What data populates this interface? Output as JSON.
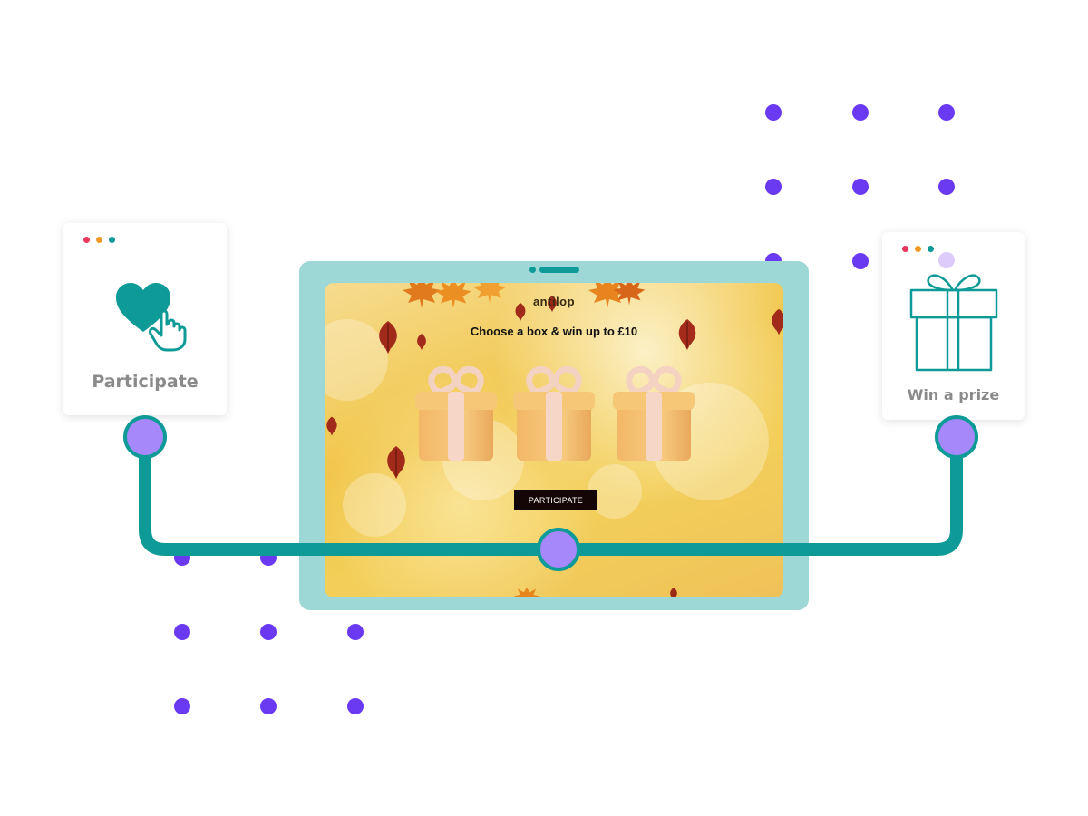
{
  "colors": {
    "accent": "#0e9a97",
    "dot": "#6a3af2",
    "node_fill": "#a688fa",
    "tablet_frame": "#9dd8d6",
    "label_gray": "#8a8a8a",
    "window_dots": [
      "#e8365d",
      "#f39a25",
      "#0e9a97"
    ]
  },
  "steps": {
    "participate": {
      "label": "Participate",
      "icon": "heart-hand-pointer-icon"
    },
    "win": {
      "label": "Win a prize",
      "icon": "gift-outline-icon"
    }
  },
  "game": {
    "brand": "antilop",
    "headline": "Choose a box & win up to £10",
    "boxes": [
      {
        "icon": "gift-box-icon"
      },
      {
        "icon": "gift-box-icon"
      },
      {
        "icon": "gift-box-icon"
      }
    ],
    "button_label": "PARTICIPATE"
  }
}
